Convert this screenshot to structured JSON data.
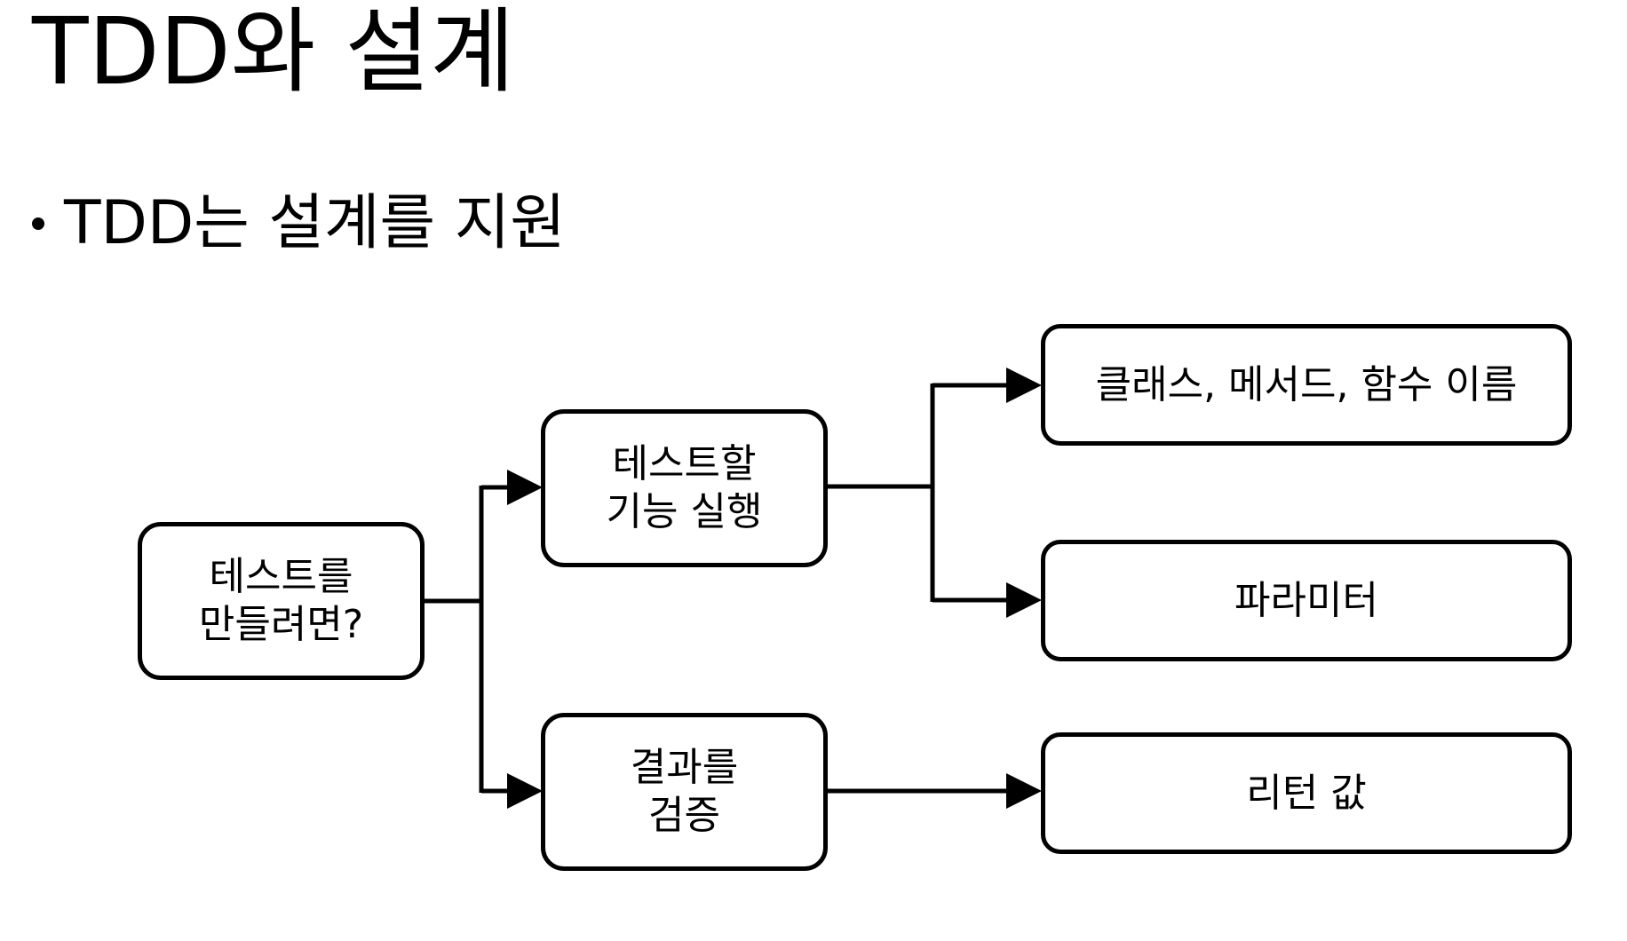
{
  "slide": {
    "title": "TDD와 설계",
    "bullet": "TDD는 설계를 지원"
  },
  "diagram": {
    "nodes": {
      "root": "테스트를\n만들려면?",
      "run_feature": "테스트할\n기능 실행",
      "verify_result": "결과를\n검증",
      "names": "클래스, 메서드, 함수 이름",
      "parameters": "파라미터",
      "return_value": "리턴 값"
    }
  }
}
